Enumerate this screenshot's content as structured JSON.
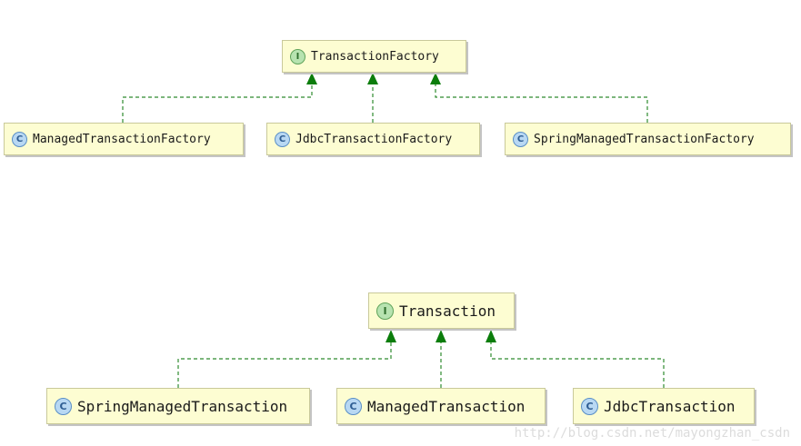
{
  "colors": {
    "connector": "#2e8b2e",
    "arrowhead": "#0b7d0b",
    "node_fill": "#fdfdd2",
    "interface_badge": "#b7e3b0",
    "class_badge": "#b8d8f3"
  },
  "diagram1": {
    "interface": {
      "badge": "I",
      "name": "TransactionFactory"
    },
    "implementations": [
      {
        "badge": "C",
        "name": "ManagedTransactionFactory"
      },
      {
        "badge": "C",
        "name": "JdbcTransactionFactory"
      },
      {
        "badge": "C",
        "name": "SpringManagedTransactionFactory"
      }
    ]
  },
  "diagram2": {
    "interface": {
      "badge": "I",
      "name": "Transaction"
    },
    "implementations": [
      {
        "badge": "C",
        "name": "SpringManagedTransaction"
      },
      {
        "badge": "C",
        "name": "ManagedTransaction"
      },
      {
        "badge": "C",
        "name": "JdbcTransaction"
      }
    ]
  },
  "watermark": "http://blog.csdn.net/mayongzhan_csdn"
}
